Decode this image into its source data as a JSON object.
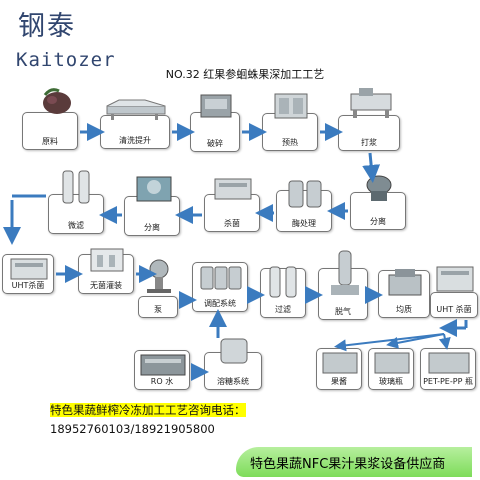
{
  "brand": {
    "name_cn": "钢泰",
    "name_en": "Kaitozer"
  },
  "title": "NO.32 红果参蛔蛛果深加工工艺",
  "steps": {
    "raw": "原料",
    "wash": "清洗提升",
    "crush": "破碎",
    "preheat": "预热",
    "pulp": "打浆",
    "sep1": "分离",
    "enzyme": "酶处理",
    "steril1": "杀菌",
    "sep2": "分离",
    "microfilter": "微滤",
    "uht1": "UHT杀菌",
    "aseptic": "无菌灌装",
    "pump": "泵",
    "blending": "调配系统",
    "filter": "过滤",
    "deaerate": "脱气",
    "homog": "均质",
    "uht2": "UHT 杀菌",
    "ro": "RO 水",
    "sugar": "溶糖系统",
    "jam": "果酱",
    "glass": "玻璃瓶",
    "pet": "PET-PE-PP 瓶"
  },
  "contact": {
    "prefix": "特色果蔬鲜榨冷冻加工工艺咨询电话：",
    "phones": "18952760103/18921905800"
  },
  "banner": "特色果蔬NFC果汁果浆设备供应商",
  "colors": {
    "arrow": "#3b7bbf",
    "brand": "#31466f",
    "banner": "#7ddc5a",
    "highlight": "#ffff00"
  }
}
